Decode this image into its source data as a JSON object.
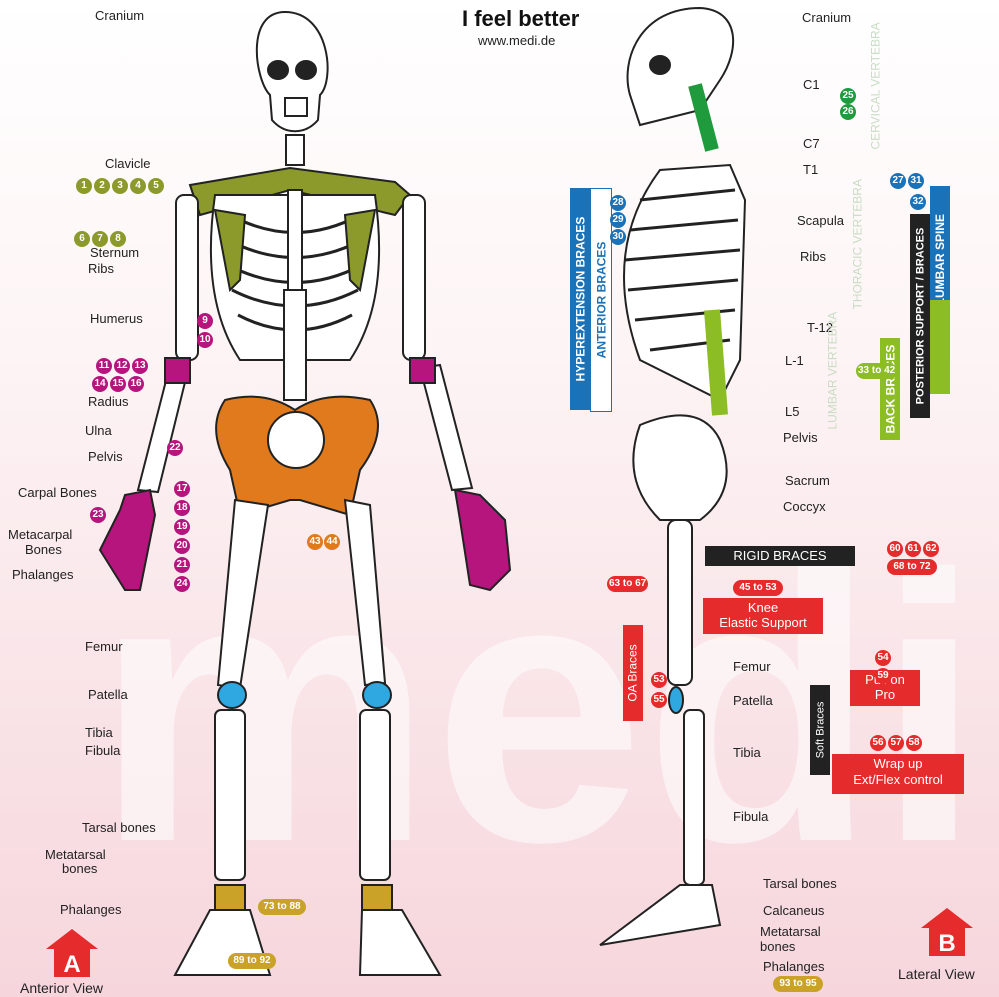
{
  "header": {
    "title": "I feel better",
    "url": "www.medi.de",
    "watermark": "medi"
  },
  "anterior": {
    "labels": {
      "cranium": "Cranium",
      "clavicle": "Clavicle",
      "sternum": "Sternum",
      "ribs": "Ribs",
      "humerus": "Humerus",
      "radius": "Radius",
      "ulna": "Ulna",
      "pelvis": "Pelvis",
      "carpal": "Carpal Bones",
      "metacarpal_1": "Metacarpal",
      "metacarpal_2": "Bones",
      "phalanges": "Phalanges",
      "femur": "Femur",
      "patella": "Patella",
      "tibia": "Tibia",
      "fibula": "Fibula",
      "tarsal": "Tarsal bones",
      "metatarsal_1": "Metatarsal",
      "metatarsal_2": "bones",
      "phalanges_foot": "Phalanges"
    },
    "badges": {
      "shoulder": [
        "1",
        "2",
        "3",
        "4",
        "5"
      ],
      "clavicle2": [
        "6",
        "7",
        "8"
      ],
      "elbow_a": [
        "9",
        "10"
      ],
      "elbow_b": [
        "11",
        "12",
        "13"
      ],
      "elbow_c": [
        "14",
        "15",
        "16"
      ],
      "forearm": "22",
      "wrist": [
        "17",
        "18",
        "19",
        "20",
        "21",
        "24"
      ],
      "hand": "23",
      "pelvis": [
        "43",
        "44"
      ],
      "ankle": "73 to 88",
      "foot": "89 to 92"
    },
    "view_letter": "A",
    "view_label": "Anterior View"
  },
  "lateral": {
    "labels": {
      "cranium": "Cranium",
      "c1": "C1",
      "c7": "C7",
      "t1": "T1",
      "scapula": "Scapula",
      "ribs": "Ribs",
      "t12": "T-12",
      "l1": "L-1",
      "l5": "L5",
      "pelvis": "Pelvis",
      "sacrum": "Sacrum",
      "coccyx": "Coccyx",
      "femur": "Femur",
      "patella": "Patella",
      "tibia": "Tibia",
      "fibula": "Fibula",
      "tarsal": "Tarsal bones",
      "calcaneus": "Calcaneus",
      "metatarsal_1": "Metatarsal",
      "metatarsal_2": "bones",
      "phalanges": "Phalanges"
    },
    "spine_labels": {
      "cervical": "CERVICAL VERTEBRA",
      "thoracic": "THORACIC VERTEBRA",
      "lumbar": "LUMBAR VERTEBRA"
    },
    "badges": {
      "cervical": [
        "25",
        "26"
      ],
      "thoracolumbar": [
        "27",
        "31",
        "32"
      ],
      "hyperext": [
        "28",
        "29",
        "30"
      ],
      "back": "33 to 42",
      "rigid": [
        "60",
        "61",
        "62"
      ],
      "rigid_range": "68 to 72",
      "oa": "63 to 67",
      "knee": "45 to 53",
      "patella": [
        "53",
        "55"
      ],
      "pullon": [
        "54",
        "59"
      ],
      "wrap": [
        "56",
        "57",
        "58"
      ],
      "foot": "93 to 95"
    },
    "braces": {
      "hyperext_1": "HYPEREXTENSION BRACES",
      "hyperext_2": "ANTERIOR BRACES",
      "posterior": "POSTERIOR SUPPORT / BRACES",
      "thoracolumbar": "THORACOLUMBAR SPINE",
      "back": "BACK BRACES",
      "rigid": "RIGID BRACES",
      "knee_1": "Knee",
      "knee_2": "Elastic Support",
      "oa": "OA Braces",
      "soft": "Soft Braces",
      "pullon_1": "Pull on",
      "pullon_2": "Pro",
      "wrap_1": "Wrap up",
      "wrap_2": "Ext/Flex control"
    },
    "view_letter": "B",
    "view_label": "Lateral View"
  },
  "colors": {
    "olive": "#8b9a2b",
    "magenta": "#b5157d",
    "orange": "#e07a1c",
    "blue": "#1a72b8",
    "green": "#1f9a3d",
    "lime": "#8cbd25",
    "red": "#e52b2b",
    "gold": "#c9a227",
    "cyan": "#2fa7e0",
    "bone": "#ffffff",
    "dark": "#222222"
  }
}
